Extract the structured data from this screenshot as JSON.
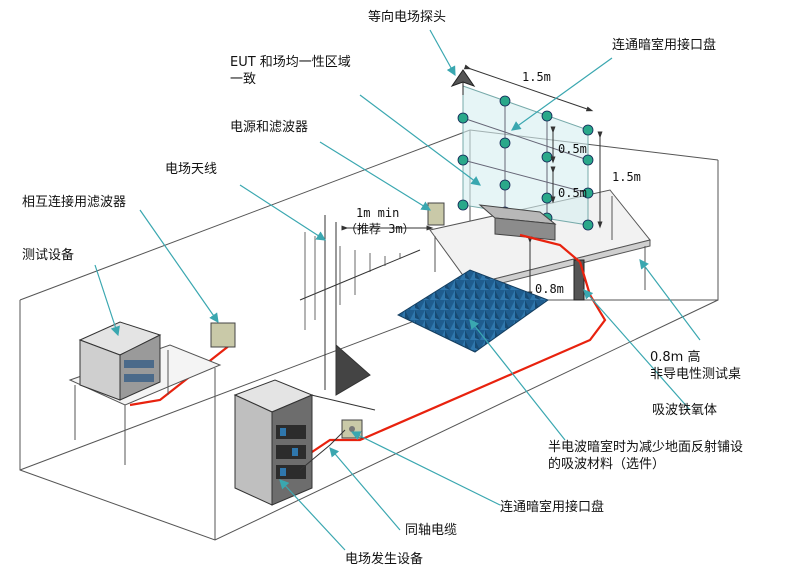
{
  "labels": {
    "isotropic_probe": "等向电场探头",
    "eut_uniform_field_area_1": "EUT 和场均一性区域",
    "eut_uniform_field_area_2": "一致",
    "power_and_filter": "电源和滤波器",
    "field_antenna": "电场天线",
    "interconnect_filter": "相互连接用滤波器",
    "test_equipment": "测试设备",
    "chamber_interface_panel_top": "连通暗室用接口盘",
    "table_height_1": "0.8m 高",
    "table_height_2": "非导电性测试桌",
    "ferrite_absorber": "吸波铁氧体",
    "semi_anechoic_note_1": "半电波暗室时为减少地面反射铺设",
    "semi_anechoic_note_2": "的吸波材料（选件）",
    "chamber_interface_panel_bottom": "连通暗室用接口盘",
    "coaxial_cable": "同轴电缆",
    "field_generator": "电场发生设备"
  },
  "dimensions": {
    "probe_grid_width": "1.5m",
    "probe_grid_height": "1.5m",
    "grid_spacing_h": "0.5m",
    "grid_spacing_v": "0.5m",
    "table_height_dim": "0.8m",
    "antenna_distance_1": "1m min",
    "antenna_distance_2": "（推荐 3m）"
  },
  "colors": {
    "cable": "#e8220e",
    "absorber": "#1f5d8f",
    "probe_node": "#2aa88a",
    "leader": "#3aa7b0"
  }
}
